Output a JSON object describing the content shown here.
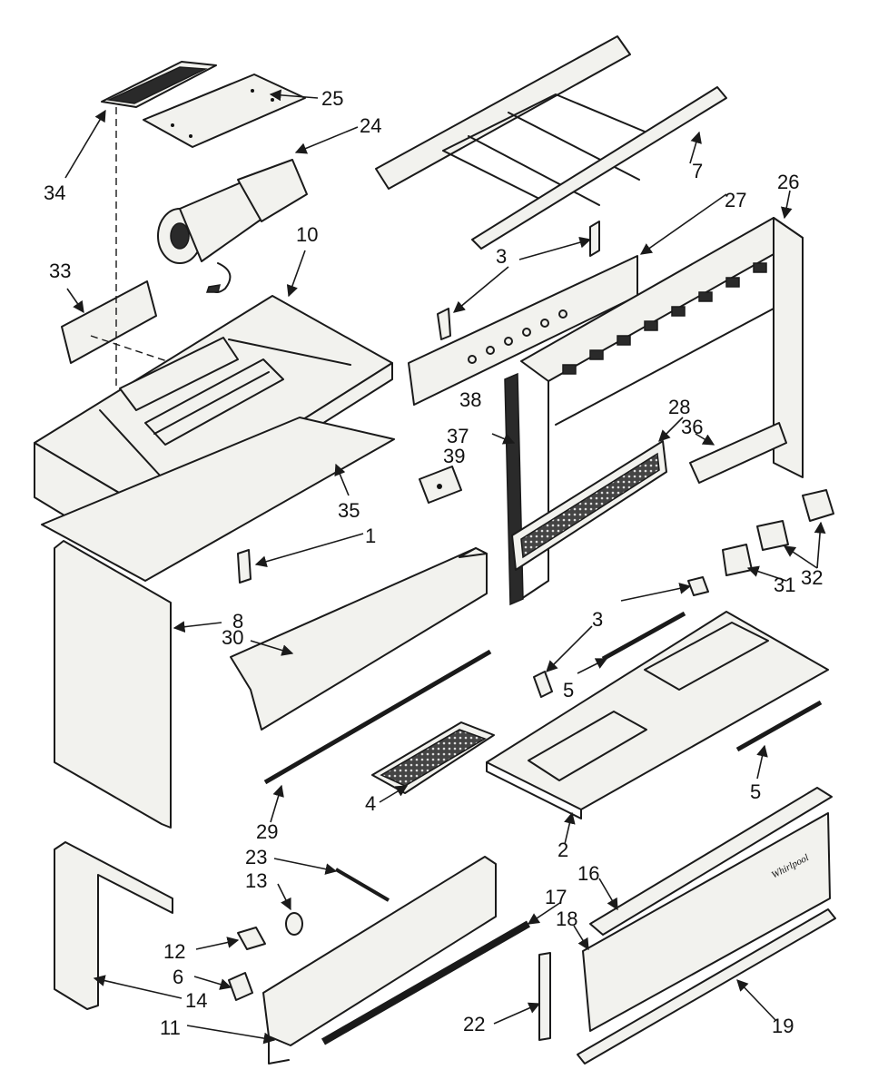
{
  "callouts": {
    "c1": "1",
    "c2": "2",
    "c3a": "3",
    "c3b": "3",
    "c3c": "3",
    "c3d": "3",
    "c4": "4",
    "c5a": "5",
    "c5b": "5",
    "c6": "6",
    "c7": "7",
    "c8": "8",
    "c10": "10",
    "c11": "11",
    "c12": "12",
    "c13": "13",
    "c14": "14",
    "c16": "16",
    "c17": "17",
    "c18": "18",
    "c19": "19",
    "c22": "22",
    "c23": "23",
    "c24": "24",
    "c25": "25",
    "c26": "26",
    "c27": "27",
    "c28": "28",
    "c29": "29",
    "c30": "30",
    "c31": "31",
    "c32": "32",
    "c33": "33",
    "c34": "34",
    "c35": "35",
    "c36": "36",
    "c37": "37",
    "c38": "38",
    "c39": "39"
  },
  "brand_mark": "Whirlpool"
}
